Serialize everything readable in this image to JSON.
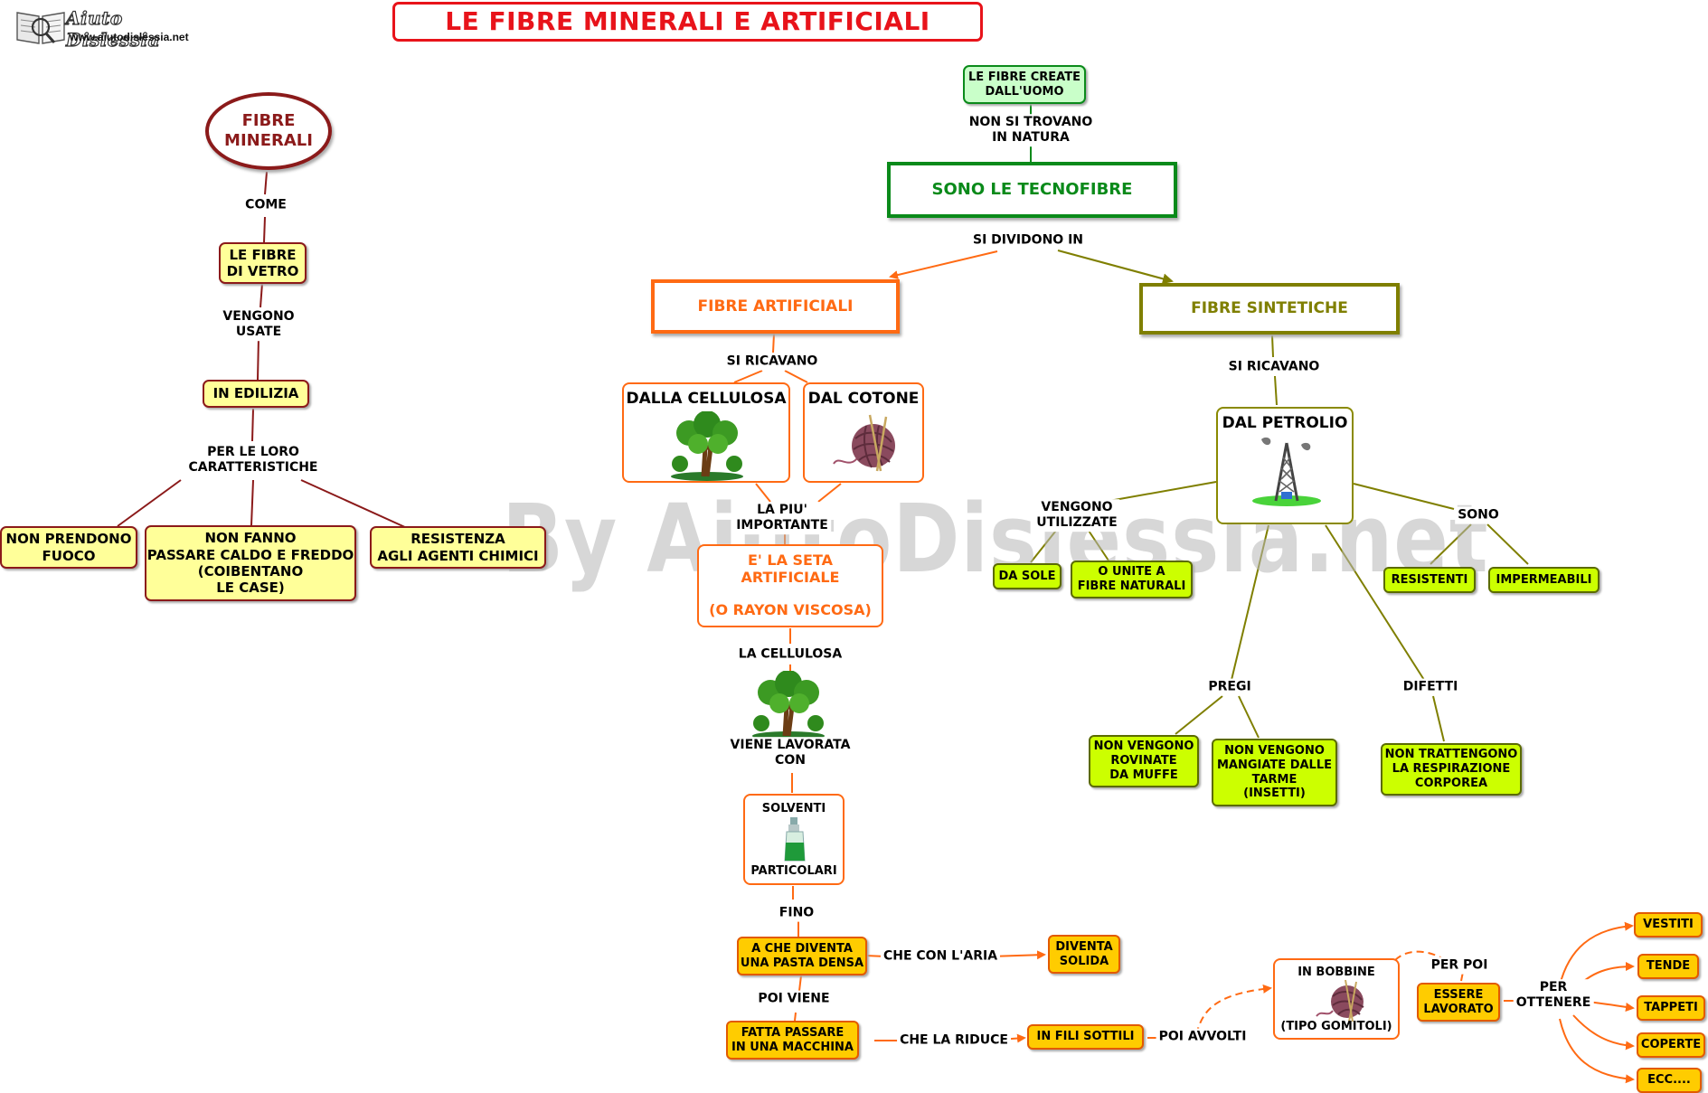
{
  "header": {
    "logo_text": "Aiuto Dislessia",
    "logo_url": "www.aiutodislessia.net",
    "title": "LE FIBRE MINERALI E ARTIFICIALI"
  },
  "watermark": "By AiutoDislessia.net",
  "colors": {
    "title_red": "#e8131a",
    "mineral_brown": "#8b1a1a",
    "green": "#0a8a1a",
    "orange": "#ff6a13",
    "olive": "#8a8a00"
  },
  "minerali": {
    "root": "FIBRE\nMINERALI",
    "link_come": "COME",
    "fibre_vetro": "LE FIBRE\nDI VETRO",
    "link_vengono": "VENGONO\nUSATE",
    "edilizia": "IN EDILIZIA",
    "link_caratteristiche": "PER LE LORO\nCARATTERISTICHE",
    "non_prendono": "NON PRENDONO\nFUOCO",
    "non_fanno": "NON FANNO\nPASSARE CALDO E FREDDO\n(COIBENTANO\nLE CASE)",
    "resistenza": "RESISTENZA\nAGLI AGENTI CHIMICI"
  },
  "tecno": {
    "create": "LE FIBRE CREATE\nDALL'UOMO",
    "link_non_trovano": "NON SI TROVANO\nIN NATURA",
    "sono": "SONO LE TECNOFIBRE",
    "link_dividono": "SI DIVIDONO IN",
    "artificiali": "FIBRE ARTIFICIALI",
    "sintetiche": "FIBRE SINTETICHE"
  },
  "artificiali": {
    "link_ricavano": "SI RICAVANO",
    "cellulosa": "DALLA CELLULOSA",
    "cotone": "DAL COTONE",
    "link_importante": "LA PIU'\nIMPORTANTE",
    "seta": "E' LA SETA\nARTIFICIALE\n\n(O RAYON VISCOSA)",
    "link_cellulosa": "LA CELLULOSA",
    "link_lavorata": "VIENE LAVORATA\nCON",
    "solventi_top": "SOLVENTI",
    "solventi_bottom": "PARTICOLARI",
    "link_fino": "FINO",
    "pasta": "A CHE DIVENTA\nUNA PASTA DENSA",
    "link_aria": "CHE CON L'ARIA",
    "solida": "DIVENTA\nSOLIDA",
    "link_poi_viene": "POI VIENE",
    "macchina": "FATTA PASSARE\nIN UNA MACCHINA",
    "link_riduce": "CHE LA RIDUCE",
    "fili": "IN FILI SOTTILI",
    "link_avvolti": "POI AVVOLTI",
    "bobbine_top": "IN BOBBINE",
    "bobbine_bottom": "(TIPO GOMITOLI)",
    "link_per_poi": "PER POI",
    "lavorato": "ESSERE\nLAVORATO",
    "link_ottenere": "PER\nOTTENERE",
    "products": [
      "VESTITI",
      "TENDE",
      "TAPPETI",
      "COPERTE",
      "ECC...."
    ]
  },
  "sintetiche": {
    "link_ricavano": "SI RICAVANO",
    "petrolio": "DAL PETROLIO",
    "link_utilizzate": "VENGONO\nUTILIZZATE",
    "da_sole": "DA SOLE",
    "unite": "O UNITE A\nFIBRE NATURALI",
    "link_sono": "SONO",
    "resistenti": "RESISTENTI",
    "impermeabili": "IMPERMEABILI",
    "link_pregi": "PREGI",
    "muffe": "NON VENGONO\nROVINATE\nDA MUFFE",
    "tarme": "NON VENGONO\nMANGIATE DALLE\nTARME\n(INSETTI)",
    "link_difetti": "DIFETTI",
    "respirazione": "NON TRATTENGONO\nLA RESPIRAZIONE\nCORPOREA"
  },
  "icons": [
    "book-logo-icon",
    "tree-icon",
    "yarn-ball-icon",
    "oil-derrick-icon",
    "spray-bottle-icon"
  ]
}
